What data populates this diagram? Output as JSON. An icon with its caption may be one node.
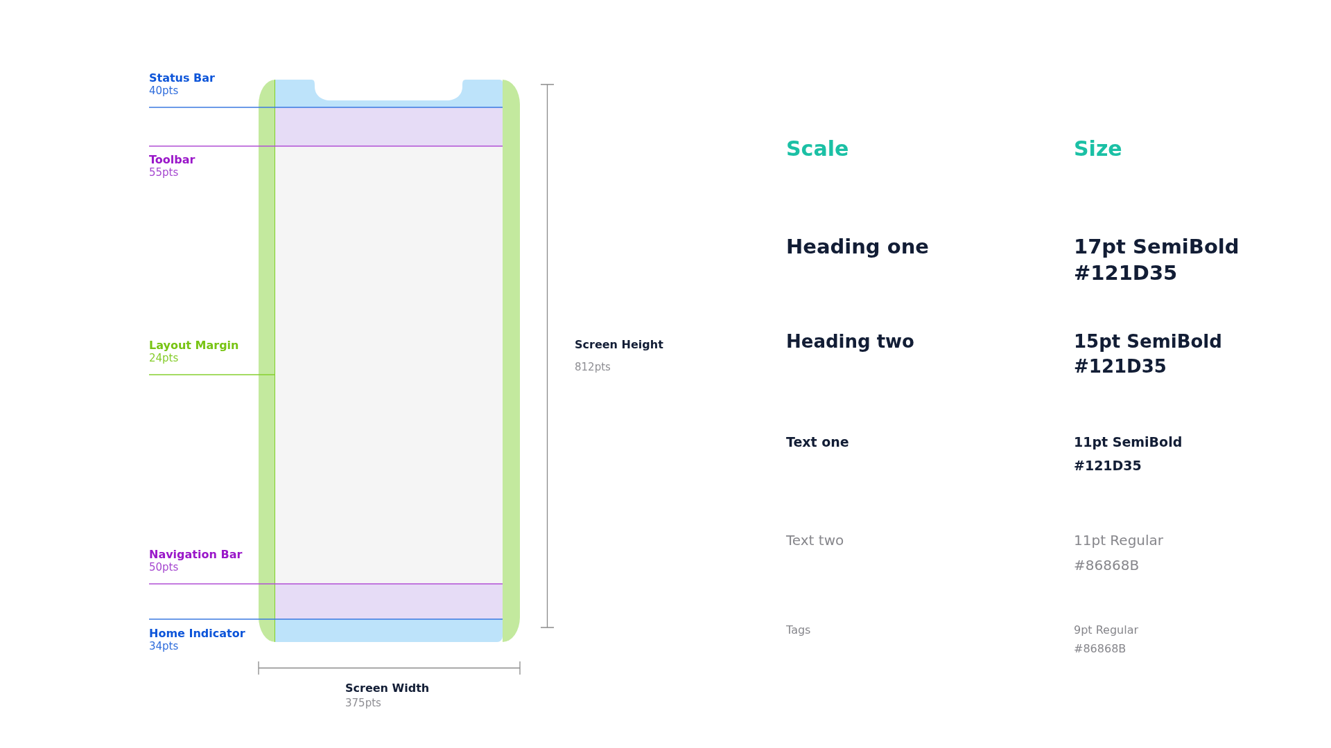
{
  "diagram": {
    "nodes": [
      {
        "text": [
          "Status Bar",
          "40pts"
        ]
      },
      {
        "text": [],
        "shape": "bar"
      },
      {
        "text": [],
        "shape": "bar"
      },
      {
        "text": [
          "Toolbar",
          "55pts"
        ]
      },
      {
        "text": [
          "Layout Margin",
          "24pts"
        ]
      },
      {
        "text": [],
        "shape": "bar"
      },
      {
        "text": [
          "Navigation Bar",
          "50pts"
        ]
      },
      {
        "text": [],
        "shape": "bar"
      },
      {
        "text": [
          "Home Indicator",
          "34pts"
        ]
      },
      {
        "text": [],
        "shape": "bar"
      },
      {
        "text": [],
        "shape": "bar"
      },
      {
        "text": [],
        "shape": "bar"
      }
    ],
    "edges": [
      {
        "from": 0,
        "to": 1,
        "arrow": "none",
        "color": "#3a78e0"
      },
      {
        "from": 3,
        "to": 2,
        "arrow": "none",
        "color": "#b04fd4"
      },
      {
        "from": 4,
        "to": 5,
        "arrow": "none",
        "color": "#86cf2e"
      },
      {
        "from": 6,
        "to": 7,
        "arrow": "none",
        "color": "#b04fd4"
      },
      {
        "from": 8,
        "to": 9,
        "arrow": "none",
        "color": "#3a78e0"
      }
    ],
    "labels": [
      "Screen Height",
      "812pts",
      "Screen Width",
      "375pts",
      "Scale",
      "Size",
      "Heading one",
      "17pt SemiBold",
      "#121D35",
      "Heading two",
      "15pt SemiBold",
      "#121D35",
      "Text one",
      "11pt SemiBold",
      "#121D35",
      "Text two",
      "11pt Regular",
      "#86868B",
      "Tags",
      "9pt Regular",
      "#86868B"
    ]
  }
}
